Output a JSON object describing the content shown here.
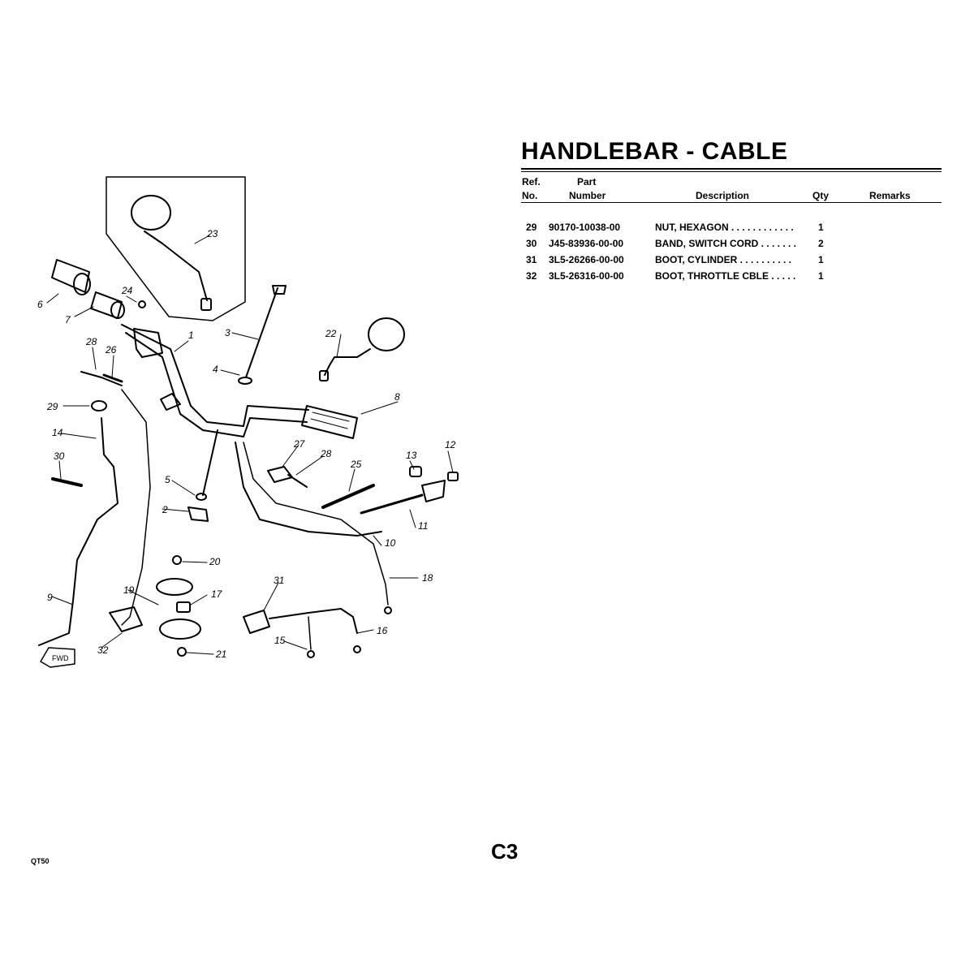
{
  "header": {
    "title": "HANDLEBAR - CABLE"
  },
  "columns": {
    "ref": "Ref.",
    "no": "No.",
    "part": "Part",
    "number": "Number",
    "description": "Description",
    "qty": "Qty",
    "remarks": "Remarks"
  },
  "parts": [
    {
      "ref": "29",
      "part_number": "90170-10038-00",
      "description": "NUT, HEXAGON  . . . . . . . . . . . .",
      "qty": "1"
    },
    {
      "ref": "30",
      "part_number": "J45-83936-00-00",
      "description": "BAND, SWITCH CORD  . . . . . . .",
      "qty": "2"
    },
    {
      "ref": "31",
      "part_number": "3L5-26266-00-00",
      "description": "BOOT, CYLINDER   . . . . . . . . . .",
      "qty": "1"
    },
    {
      "ref": "32",
      "part_number": "3L5-26316-00-00",
      "description": "BOOT, THROTTLE CBLE  . . . . .",
      "qty": "1"
    }
  ],
  "diagram": {
    "callouts": [
      "1",
      "2",
      "3",
      "4",
      "5",
      "6",
      "7",
      "8",
      "9",
      "10",
      "11",
      "12",
      "13",
      "14",
      "15",
      "16",
      "17",
      "18",
      "19",
      "20",
      "21",
      "22",
      "23",
      "24",
      "25",
      "26",
      "27",
      "28",
      "28",
      "29",
      "30",
      "31",
      "32"
    ],
    "fwd_label": "FWD"
  },
  "footer": {
    "page": "C3",
    "model": "QT50"
  }
}
